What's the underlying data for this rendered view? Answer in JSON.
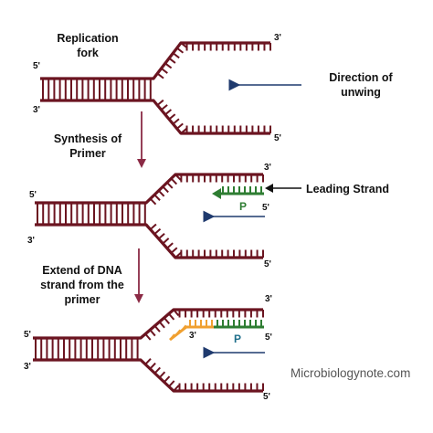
{
  "colors": {
    "dna": "#6b1420",
    "primer": "#2e7d32",
    "new_strand": "#f0a030",
    "blue_arrow": "#1f3a6e",
    "step_arrow": "#8b2a45",
    "text": "#111111",
    "watermark": "#555555"
  },
  "panel1": {
    "label_line1": "Replication",
    "label_line2": "fork",
    "top_left_end": "5'",
    "bottom_left_end": "3'",
    "top_right_end": "3'",
    "bottom_right_end": "5'",
    "direction_line1": "Direction of",
    "direction_line2": "unwing"
  },
  "step1": {
    "line1": "Synthesis of",
    "line2": "Primer"
  },
  "panel2": {
    "top_left_end": "5'",
    "bottom_left_end": "3'",
    "top_right_end": "3'",
    "bottom_right_end": "5'",
    "leading_label": "Leading Strand",
    "primer_label": "P",
    "primer_end": "5'"
  },
  "step2": {
    "line1": "Extend of DNA",
    "line2": "strand from the",
    "line3": "primer"
  },
  "panel3": {
    "top_left_end": "5'",
    "bottom_left_end": "3'",
    "top_right_end": "3'",
    "bottom_right_end": "5'",
    "primer_label": "P",
    "primer_end": "5'",
    "new_strand_end": "3'"
  },
  "watermark": "Microbiologynote.com"
}
